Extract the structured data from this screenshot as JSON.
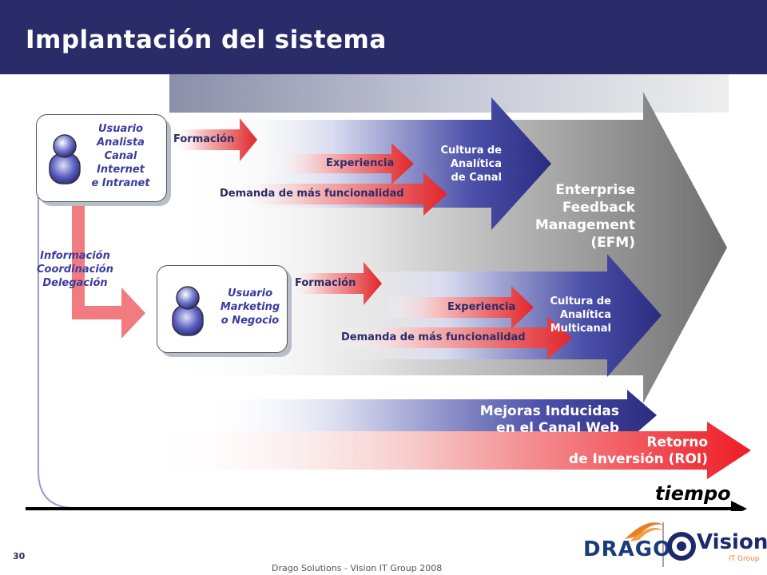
{
  "title": "Implantación del sistema",
  "user1": {
    "lines": [
      "Usuario",
      "Analista",
      "Canal",
      "Internet",
      "e Intranet"
    ]
  },
  "user2": {
    "lines": [
      "Usuario",
      "Marketing",
      "o Negocio"
    ]
  },
  "info": {
    "lines": [
      "Información",
      "Coordinación",
      "Delegación"
    ]
  },
  "top_flow": {
    "formacion": "Formación",
    "experiencia": "Experiencia",
    "demanda": "Demanda de más funcionalidad",
    "cultura": [
      "Cultura de",
      "Analítica",
      "de Canal"
    ]
  },
  "mid_flow": {
    "formacion": "Formación",
    "experiencia": "Experiencia",
    "demanda": "Demanda de más funcionalidad",
    "cultura": [
      "Cultura de",
      "Analítica",
      "Multicanal"
    ]
  },
  "efm": [
    "Enterprise",
    "Feedback",
    "Management",
    "(EFM)"
  ],
  "mejoras": [
    "Mejoras Inducidas",
    "en el Canal Web"
  ],
  "roi": [
    "Retorno",
    "de Inversión (ROI)"
  ],
  "time_label": "tiempo",
  "page_number": "30",
  "footer": "Drago Solutions - Vision IT Group 2008",
  "logo": {
    "drago": "DRAGO",
    "vision": "Vision",
    "vision_sub": "IT Group"
  },
  "colors": {
    "navy": "#2a2c6a",
    "red": "#e8262b",
    "gray": "#8c8c8c"
  }
}
